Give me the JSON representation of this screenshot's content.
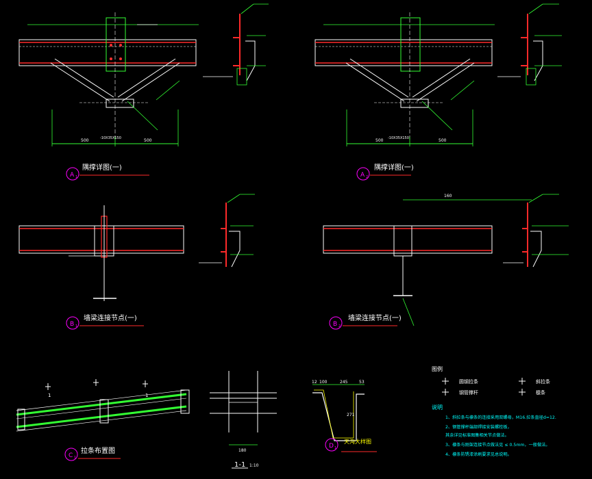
{
  "colors": {
    "background": "#000000",
    "member": "#ff2a2a",
    "line": "#ffffff",
    "dim": "#33ff33",
    "callout": "#ffff00",
    "note": "#00ffff",
    "marker": "#ff00ff",
    "bolt": "#ff3030"
  },
  "drawings": {
    "a1": {
      "letter": "A",
      "index": "1",
      "title": "隅撑详图(一)",
      "span_left": "500",
      "span_right": "500",
      "bay_label": "-10X35X150"
    },
    "a2": {
      "letter": "A",
      "index": "2",
      "title": "隅撑详图(一)",
      "span_left": "500",
      "span_right": "500",
      "bay_label": "-10X35X150"
    },
    "b1": {
      "letter": "B",
      "index": "1",
      "title": "墙梁连接节点(一)"
    },
    "b2": {
      "letter": "B",
      "index": "2",
      "title": "墙梁连接节点(一)",
      "top_dim": "160"
    },
    "c1": {
      "letter": "C",
      "index": "1",
      "title": "拉条布置图",
      "axis": "1"
    },
    "d1": {
      "letter": "D",
      "index": "1",
      "title": "天沟大样图",
      "dims": [
        "12",
        "100",
        "245",
        "53"
      ],
      "depth": "271"
    },
    "section": {
      "title": "1-1",
      "scale": "1:10",
      "width_dim": "180"
    }
  },
  "legend": {
    "title": "图例",
    "items": [
      "圆钢拉条",
      "钢管撑杆",
      "斜拉条",
      "檩条"
    ]
  },
  "notes": {
    "title": "说明",
    "lines": [
      "1、斜拉条与檩条的连接采用双螺母，M16.拉条直径d=12.",
      "2、钢管撑杆端部焊接安装螺栓板，",
      "   其余详见标准图集相关节点做法。",
      "3、檩条与刚架连接节点做法见 ≤ 0.5mm，一般做法。",
      "4、檩条防锈漆涂刷要求见总说明。"
    ]
  }
}
